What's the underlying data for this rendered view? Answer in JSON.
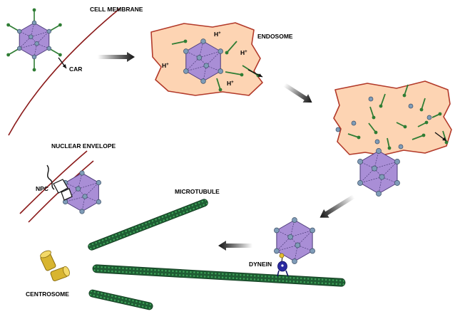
{
  "labels": {
    "cell_membrane": "CELL MEMBRANE",
    "car": "CAR",
    "endosome": "ENDOSOME",
    "nuclear_envelope": "NUCLEAR ENVELOPE",
    "npc": "NPC",
    "microtubule": "MICROTUBULE",
    "dynein": "DYNEIN",
    "centrosome": "CENTROSOME"
  },
  "proton": {
    "symbol": "H",
    "charge": "+"
  },
  "colors": {
    "capsid_fill": "#a98ed6",
    "capsid_stroke": "#4a3a78",
    "vertex_fill": "#7f9cb8",
    "fiber": "#2f7d34",
    "membrane": "#8b1a1a",
    "endosome_fill": "#fdd4b3",
    "endosome_stroke": "#b33a2a",
    "microtubule": "#1f5e35",
    "centrosome": "#d8b530",
    "dynein": "#2a2aa0",
    "arrow_dark": "#111111"
  },
  "icons": {
    "capsid": "icosahedral-capsid-icon",
    "fiber": "fiber-protein-icon",
    "arrow": "process-arrow-icon"
  }
}
